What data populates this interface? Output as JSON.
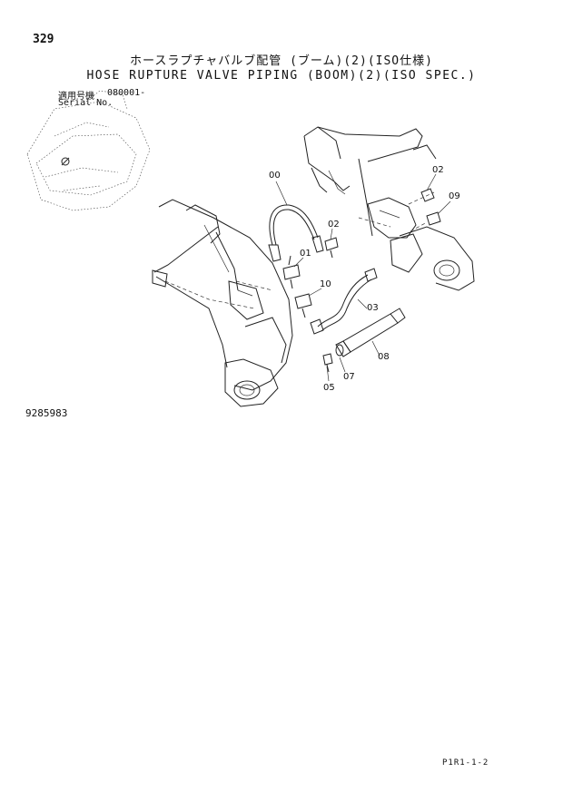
{
  "header": {
    "page_number": "329",
    "title_jp": "ホースラプチャバルブ配管 (ブーム)(2)(ISO仕様)",
    "title_en": "HOSE RUPTURE VALVE PIPING (BOOM)(2)(ISO SPEC.)",
    "serial_label_jp": "適用号機",
    "serial_label_en": "Serial No.",
    "serial_value": "080001-"
  },
  "diagram": {
    "callouts": [
      "00",
      "02",
      "09",
      "02",
      "01",
      "10",
      "03",
      "08",
      "07",
      "05"
    ]
  },
  "document_number": "9285983",
  "footer_code": "P1R1-1-2"
}
